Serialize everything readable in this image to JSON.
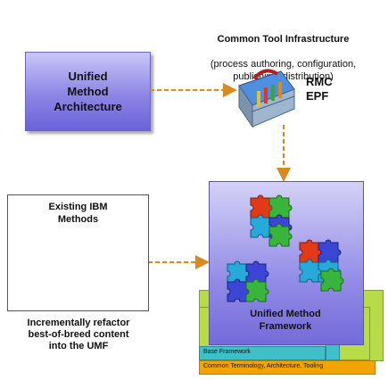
{
  "uma_box": {
    "label": "Unified\nMethod\nArchitecture"
  },
  "infrastructure": {
    "title": "Common Tool Infrastructure",
    "subtitle": "(process authoring, configuration,\npublishing, distribution)"
  },
  "tools": {
    "label": "RMC\nEPF"
  },
  "ibm_box": {
    "title": "Existing IBM\nMethods"
  },
  "caption": "Incrementally refactor\nbest-of-breed content\ninto the UMF",
  "umf": {
    "label": "Unified Method\nFramework"
  },
  "layers": {
    "base": "Base Framework",
    "common": "Common Terminology, Architecture, Tooling"
  },
  "colors": {
    "arrow": "#d98a1f",
    "box_purple": "#8d86e6",
    "layer_green": "#b7dc48",
    "layer_teal": "#3fc0c8",
    "layer_orange": "#f2a400",
    "puzzle_red": "#e23a17",
    "puzzle_cyan": "#27a9d9",
    "puzzle_green": "#38b53a",
    "puzzle_blue": "#3a46d6"
  }
}
